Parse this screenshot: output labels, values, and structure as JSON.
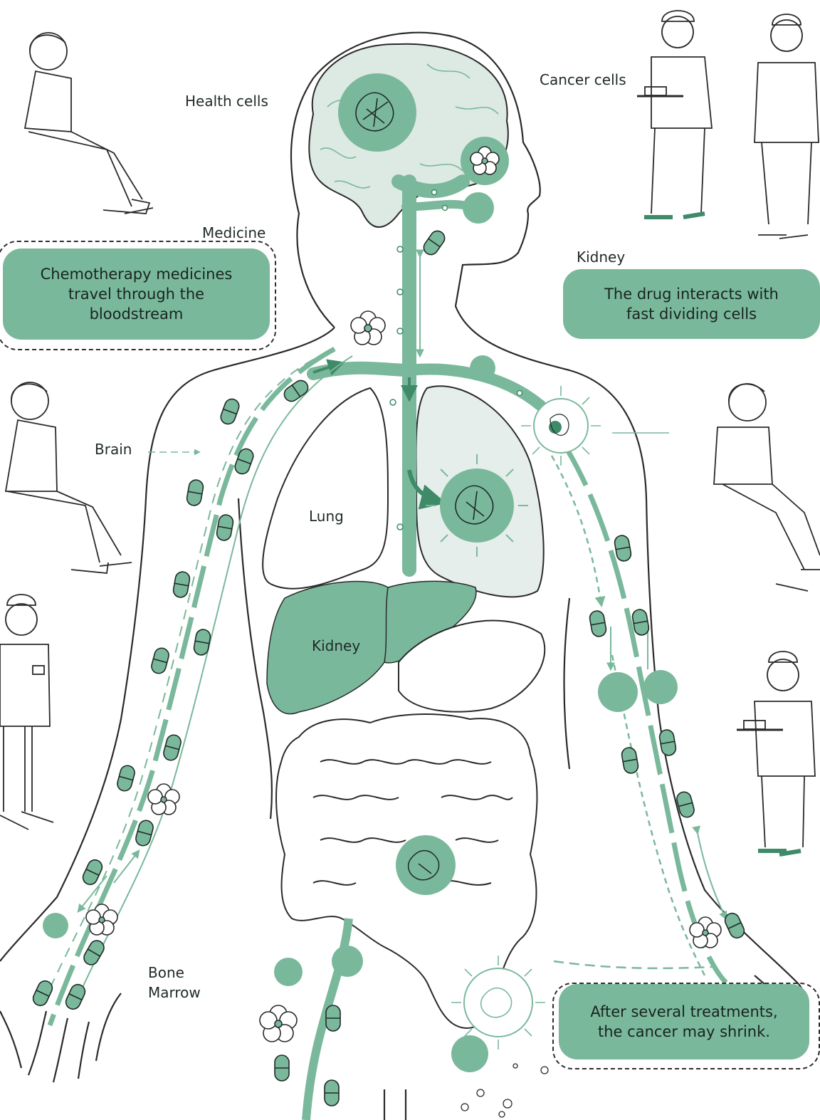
{
  "colors": {
    "accent": "#7ab89c",
    "accent_dark": "#3f8a68",
    "accent_light": "#dde9e3",
    "outline": "#2a2a2a"
  },
  "labels": {
    "health_cells": "Health cells",
    "cancer_cells": "Cancer cells",
    "medicine": "Medicine",
    "kidney_top": "Kidney",
    "brain": "Brain",
    "lung": "Lung",
    "kidney_organ": "Kidney",
    "bone_marrow": "Bone\nMarrow"
  },
  "callouts": {
    "chemo_travel": "Chemotherapy medicines\ntravel through the\nbloodstream",
    "drug_interacts": "The drug interacts with\nfast dividing cells",
    "cancer_shrink": "After several treatments,\nthe cancer may shrink."
  },
  "icons": [
    "cancer-cell-icon",
    "healthy-cell-flower-icon",
    "pill-capsule-icon",
    "arrow-icon"
  ]
}
